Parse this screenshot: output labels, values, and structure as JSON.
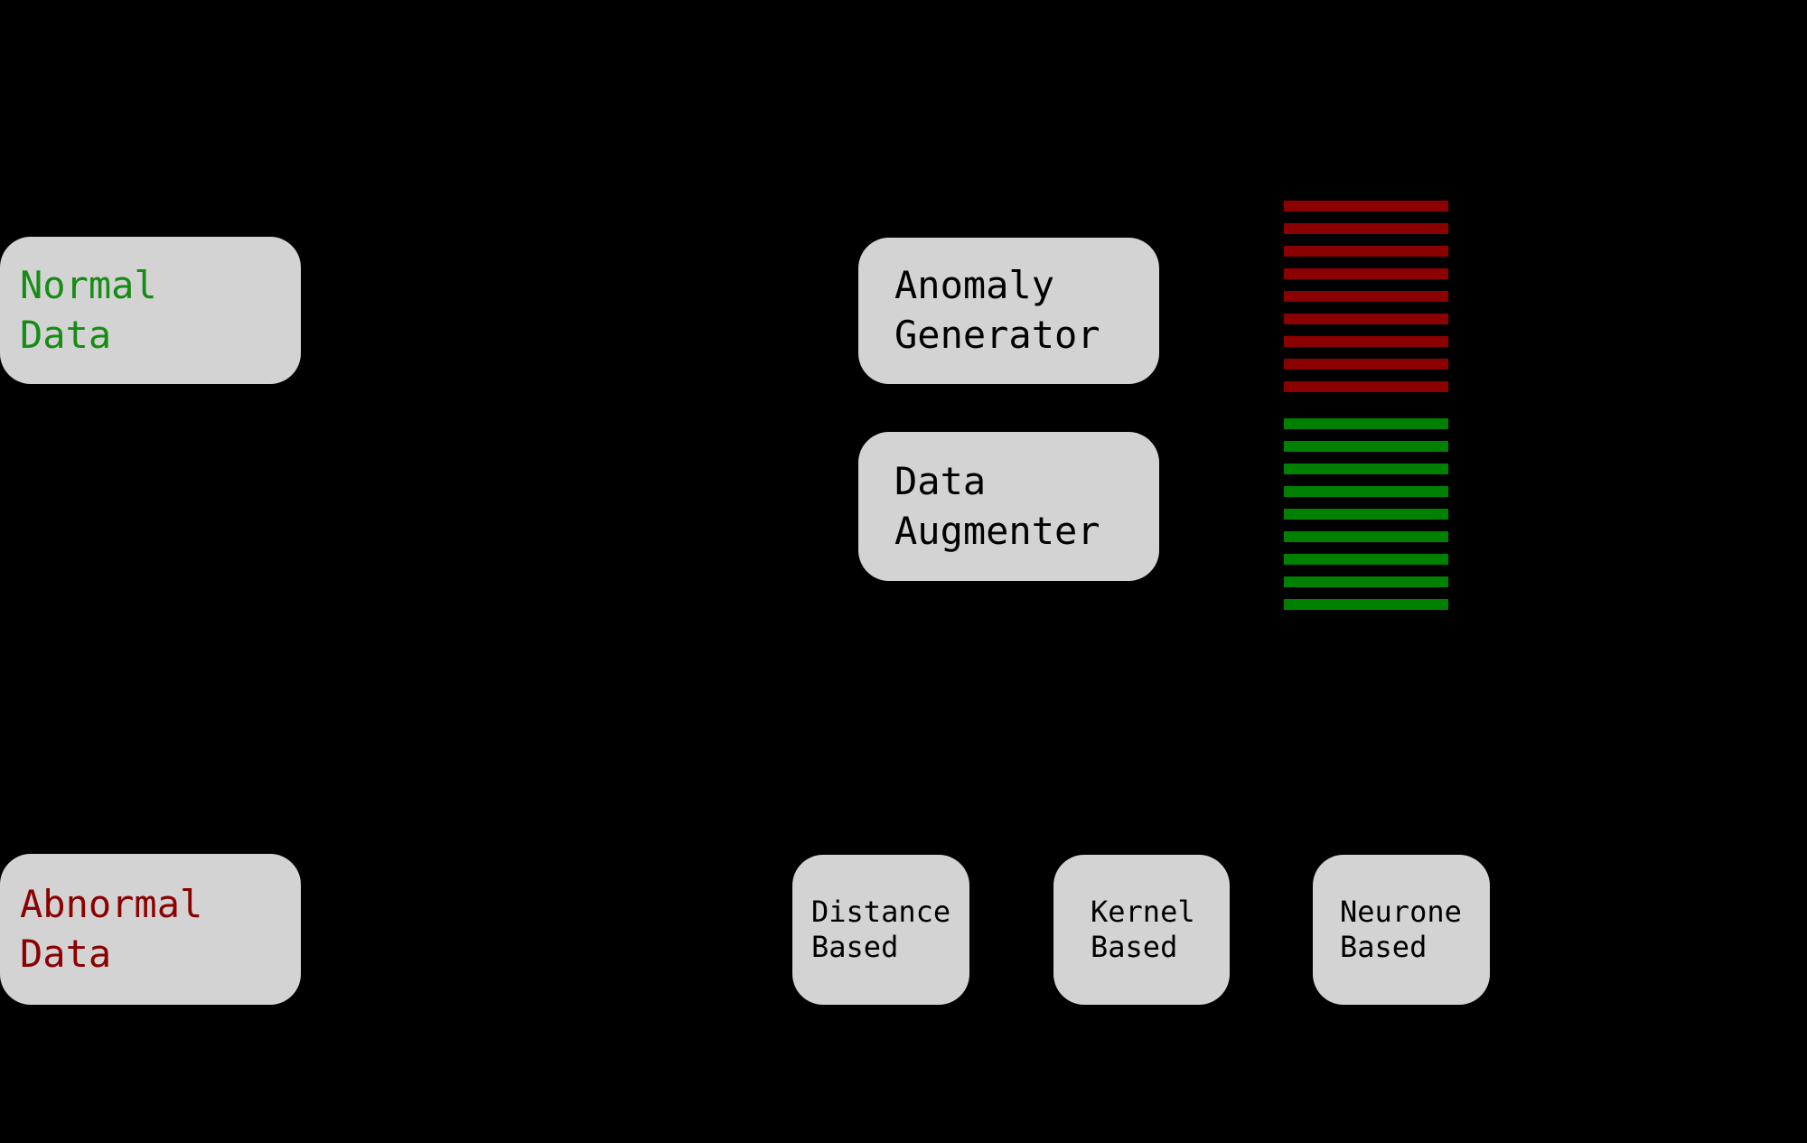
{
  "figure": {
    "background": "#000000",
    "node_fill": "#d3d3d3"
  },
  "colors": {
    "normal_green": "#168c16",
    "abnormal_dark_red": "#8b0000",
    "bar_red": "#8b0000",
    "bar_green": "#008000",
    "node_text_black": "#000000"
  },
  "nodes": {
    "normal_data": {
      "lines": [
        "Normal",
        "Data"
      ]
    },
    "abnormal_data": {
      "lines": [
        "Abnormal",
        "Data"
      ]
    },
    "anomaly_generator": {
      "lines": [
        "Anomaly",
        "Generator"
      ]
    },
    "data_augmenter": {
      "lines": [
        "Data",
        "Augmenter"
      ]
    },
    "distance_based": {
      "lines": [
        "Distance",
        "Based"
      ]
    },
    "kernel_based": {
      "lines": [
        "Kernel",
        "Based"
      ]
    },
    "neurone_based": {
      "lines": [
        "Neurone",
        "Based"
      ]
    }
  },
  "bar_stacks": {
    "anomalous": {
      "count": 9,
      "color": "#8b0000"
    },
    "normal": {
      "count": 9,
      "color": "#008000"
    }
  }
}
